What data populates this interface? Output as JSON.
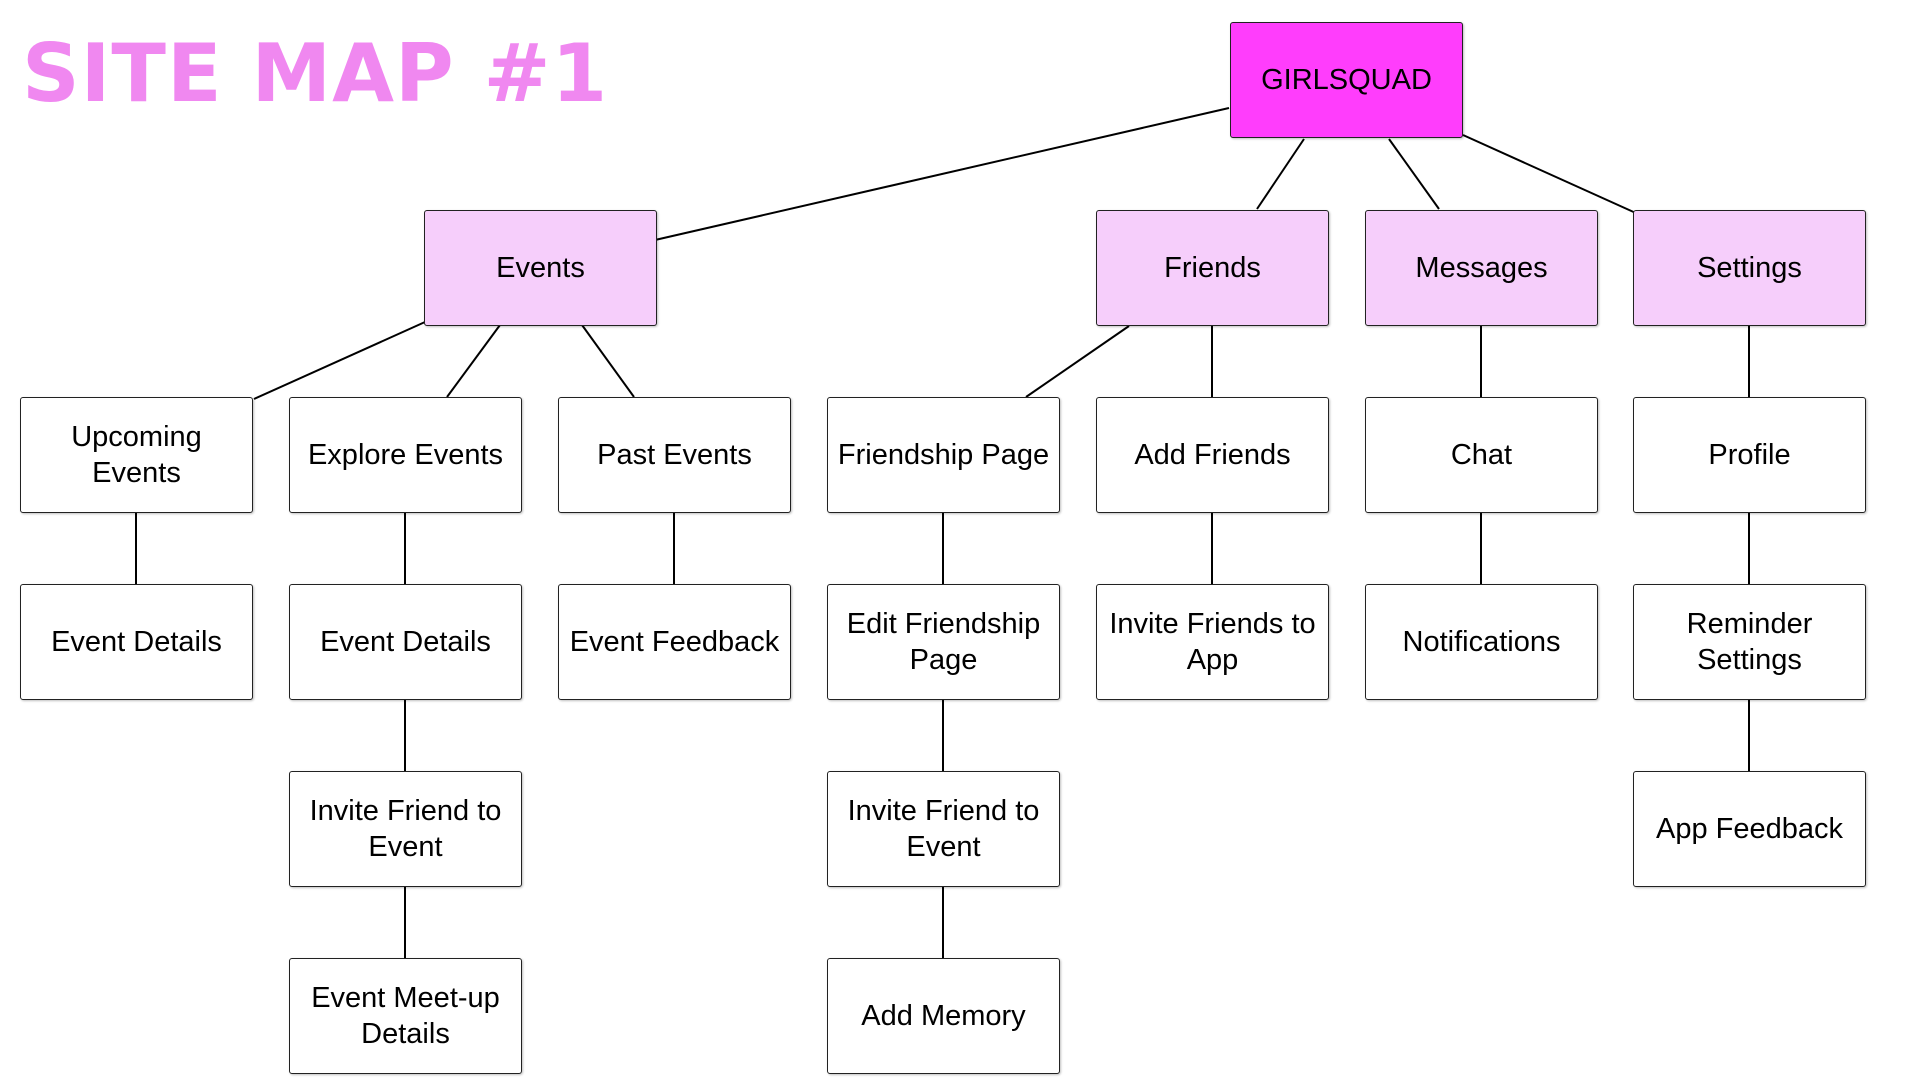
{
  "title": "SITE MAP #1",
  "colors": {
    "title": "#f088f0",
    "root_fill": "#ff3dfc",
    "category_fill": "#f6cefb",
    "leaf_fill": "#ffffff"
  },
  "root": {
    "label": "GIRLSQUAD"
  },
  "categories": [
    {
      "label": "Events",
      "children": [
        {
          "label": "Upcoming Events",
          "children": [
            {
              "label": "Event Details"
            }
          ]
        },
        {
          "label": "Explore Events",
          "children": [
            {
              "label": "Event Details"
            },
            {
              "label": "Invite Friend to Event"
            },
            {
              "label": "Event Meet-up Details"
            }
          ]
        },
        {
          "label": "Past Events",
          "children": [
            {
              "label": "Event Feedback"
            }
          ]
        }
      ]
    },
    {
      "label": "Friends",
      "children": [
        {
          "label": "Friendship Page",
          "children": [
            {
              "label": "Edit Friendship Page"
            },
            {
              "label": "Invite Friend to Event"
            },
            {
              "label": "Add Memory"
            }
          ]
        },
        {
          "label": "Add Friends",
          "children": [
            {
              "label": "Invite Friends to App"
            }
          ]
        }
      ]
    },
    {
      "label": "Messages",
      "children": [
        {
          "label": "Chat",
          "children": [
            {
              "label": "Notifications"
            }
          ]
        }
      ]
    },
    {
      "label": "Settings",
      "children": [
        {
          "label": "Profile",
          "children": [
            {
              "label": "Reminder Settings"
            },
            {
              "label": "App Feedback"
            }
          ]
        }
      ]
    }
  ]
}
